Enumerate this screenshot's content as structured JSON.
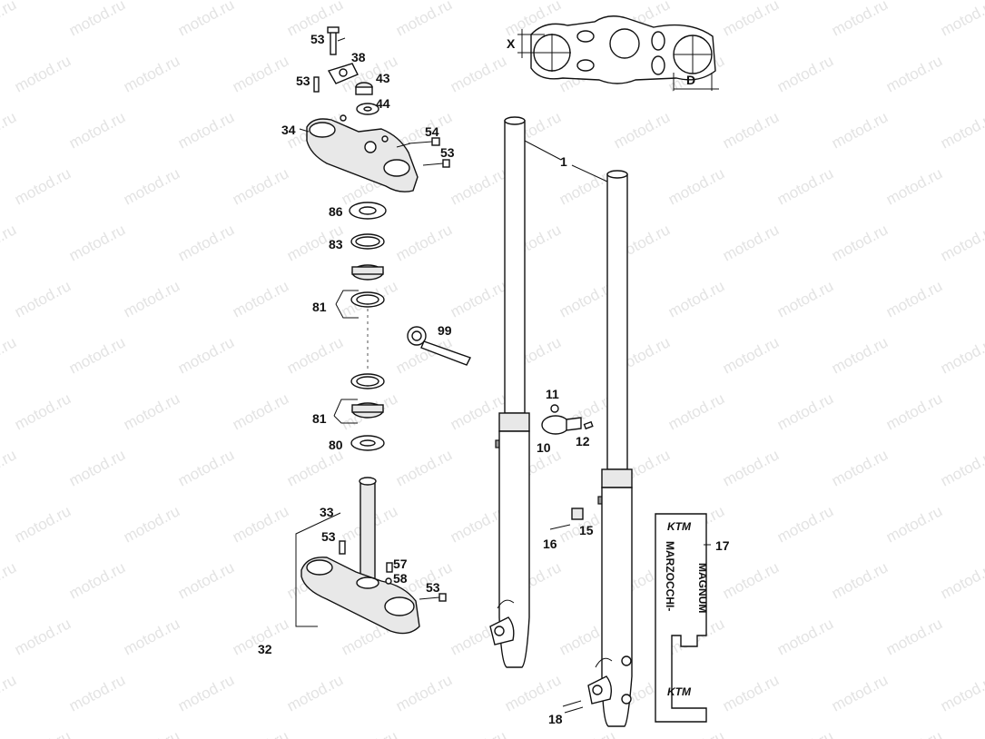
{
  "watermark": "motod.ru",
  "dimension_labels": {
    "x": "X",
    "d": "D"
  },
  "decal": {
    "brand_top": "KTM",
    "brand_bottom": "KTM",
    "text_1": "MARZOCCHI-",
    "text_2": "MAGNUM"
  },
  "callouts": [
    {
      "id": "c53a",
      "label": "53"
    },
    {
      "id": "c38",
      "label": "38"
    },
    {
      "id": "c53b",
      "label": "53"
    },
    {
      "id": "c43",
      "label": "43"
    },
    {
      "id": "c44",
      "label": "44"
    },
    {
      "id": "c34",
      "label": "34"
    },
    {
      "id": "c54",
      "label": "54"
    },
    {
      "id": "c53c",
      "label": "53"
    },
    {
      "id": "c86",
      "label": "86"
    },
    {
      "id": "c83",
      "label": "83"
    },
    {
      "id": "c81a",
      "label": "81"
    },
    {
      "id": "c99",
      "label": "99"
    },
    {
      "id": "c81b",
      "label": "81"
    },
    {
      "id": "c80",
      "label": "80"
    },
    {
      "id": "c33",
      "label": "33"
    },
    {
      "id": "c53d",
      "label": "53"
    },
    {
      "id": "c57",
      "label": "57"
    },
    {
      "id": "c58",
      "label": "58"
    },
    {
      "id": "c53e",
      "label": "53"
    },
    {
      "id": "c32",
      "label": "32"
    },
    {
      "id": "c1",
      "label": "1"
    },
    {
      "id": "c11",
      "label": "11"
    },
    {
      "id": "c10",
      "label": "10"
    },
    {
      "id": "c12",
      "label": "12"
    },
    {
      "id": "c16",
      "label": "16"
    },
    {
      "id": "c15",
      "label": "15"
    },
    {
      "id": "c17",
      "label": "17"
    },
    {
      "id": "c18",
      "label": "18"
    }
  ]
}
